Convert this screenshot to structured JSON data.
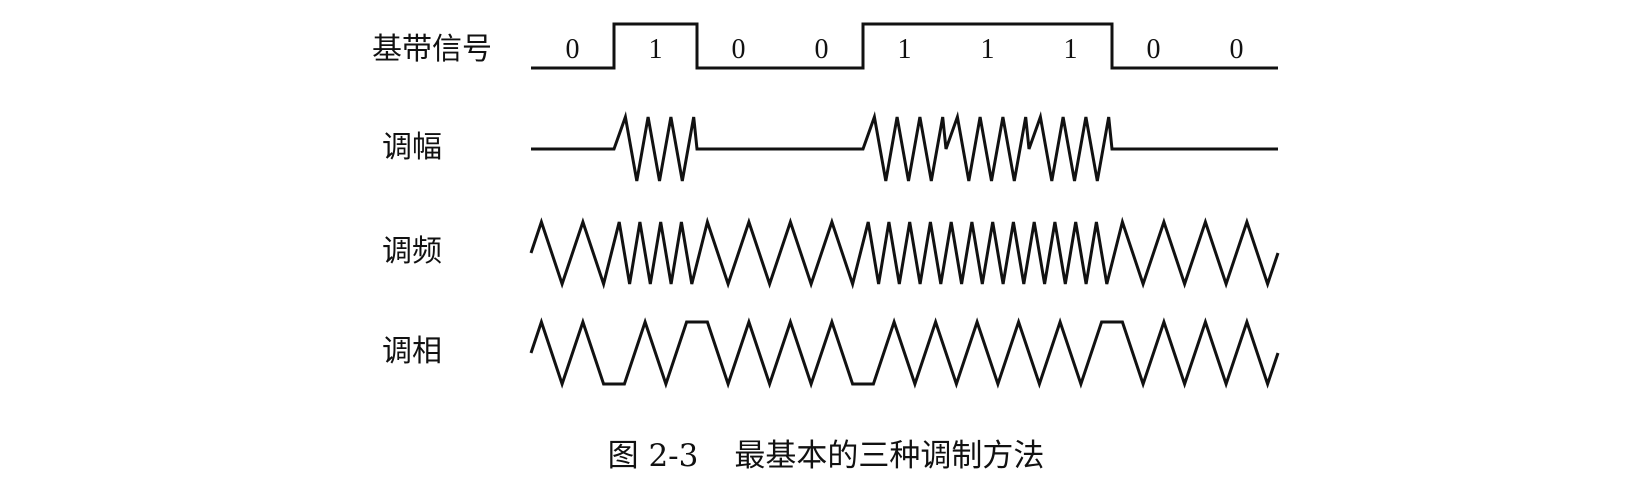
{
  "rows": {
    "baseband": "基带信号",
    "am": "调幅",
    "fm": "调频",
    "pm": "调相"
  },
  "bits": [
    "0",
    "1",
    "0",
    "0",
    "1",
    "1",
    "1",
    "0",
    "0"
  ],
  "caption": {
    "number": "图 2-3",
    "text": "最基本的三种调制方法"
  }
}
